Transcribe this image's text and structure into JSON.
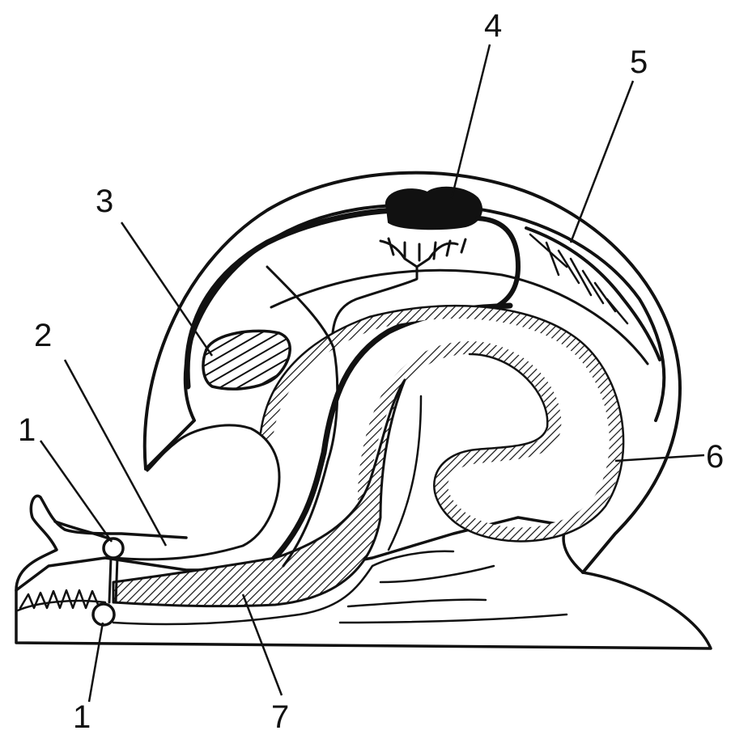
{
  "colors": {
    "ink": "#111111",
    "paper": "#ffffff"
  },
  "labels": {
    "nerve_ganglion_top": "1",
    "nerve_ganglion_bottom": "1",
    "nerve_cord": "2",
    "lung": "3",
    "heart": "4",
    "vessels": "5",
    "intestine": "6",
    "stomach": "7"
  }
}
